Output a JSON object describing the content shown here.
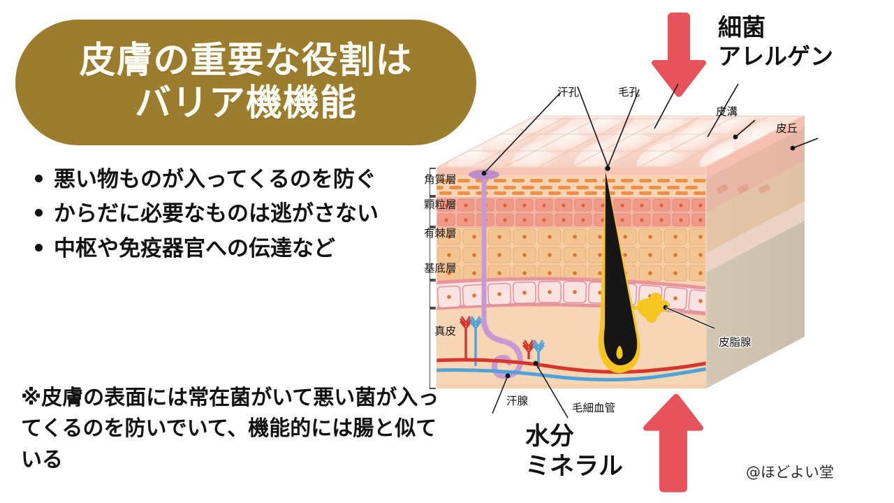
{
  "title": {
    "line1": "皮膚の重要な役割は",
    "line2": "バリア機機能",
    "banner_color": "#9c7d2d",
    "text_color": "#fdfcf5"
  },
  "bullets": [
    {
      "text": "悪い物ものが入ってくるのを防ぐ"
    },
    {
      "text": "からだに必要なものは逃がさない"
    },
    {
      "text": "中枢や免疫器官への伝達など"
    }
  ],
  "note": "※皮膚の表面には常在菌がいて悪い菌が入ってくるのを防いでいて、機能的には腸と似ている",
  "callouts": {
    "top_line1": "細菌",
    "top_line2": "アレルゲン",
    "bottom_line1": "水分",
    "bottom_line2": "ミネラル",
    "arrow_color": "#e8525b"
  },
  "watermark": "@ほどよい堂",
  "diagram": {
    "layer_labels": [
      {
        "text": "角質層"
      },
      {
        "text": "顆粒層"
      },
      {
        "text": "有棘層"
      },
      {
        "text": "基底層"
      },
      {
        "text": "真皮"
      }
    ],
    "part_labels": [
      {
        "text": "汗孔"
      },
      {
        "text": "毛孔"
      },
      {
        "text": "皮溝"
      },
      {
        "text": "皮丘"
      },
      {
        "text": "皮脂腺"
      },
      {
        "text": "汗腺"
      },
      {
        "text": "毛細血管"
      }
    ],
    "colors": {
      "surface": "#fbe3dc",
      "horny_layer": "#f6bcad",
      "granular_layer": "#f1a08e",
      "spinous_layer": "#f2c79c",
      "basal_layer": "#f7ded2",
      "dermis": "#f5d3b4",
      "side_face": "#cfc1ae",
      "artery": "#d7352c",
      "vein": "#4ea3d8",
      "hair": "#161616",
      "follicle": "#f6c51f",
      "sweat_duct": "#c196cf"
    }
  }
}
